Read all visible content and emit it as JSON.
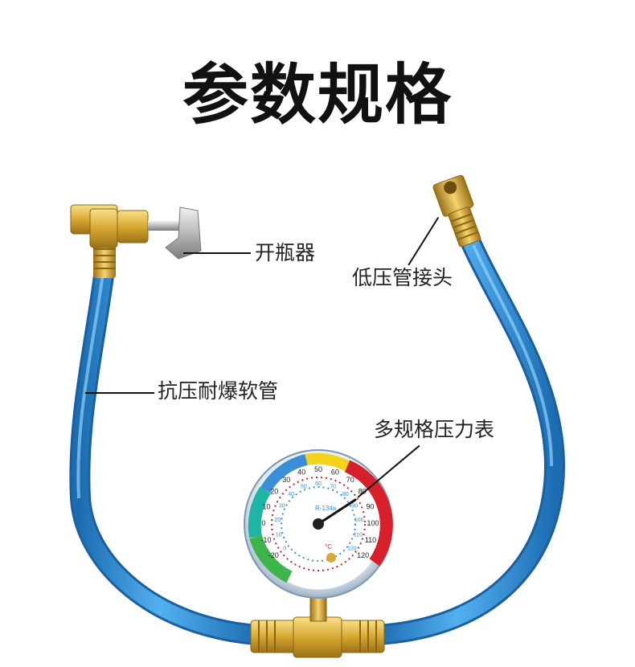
{
  "title": "参数规格",
  "labels": {
    "opener": "开瓶器",
    "connector": "低压管接头",
    "hose": "抗压耐爆软管",
    "gauge": "多规格压力表"
  },
  "gauge": {
    "refrigerant": "R-134a",
    "unit": "°C",
    "scale_c": [
      "-20",
      "-10",
      "0",
      "10",
      "20",
      "30",
      "40",
      "50",
      "60",
      "70",
      "80",
      "90",
      "100",
      "110",
      "120"
    ],
    "scale_psi": [
      "0",
      "10",
      "20",
      "30",
      "40",
      "50",
      "60",
      "70",
      "80",
      "90",
      "100",
      "110",
      "120"
    ]
  },
  "colors": {
    "hose": "#2f8fd6",
    "brass": "#d6a933",
    "gauge_red": "#d8202a",
    "gauge_teal": "#1fb5a5",
    "gauge_yellow": "#f2d21b",
    "gauge_green": "#3cb54a",
    "gauge_blue": "#3b8fd8"
  }
}
